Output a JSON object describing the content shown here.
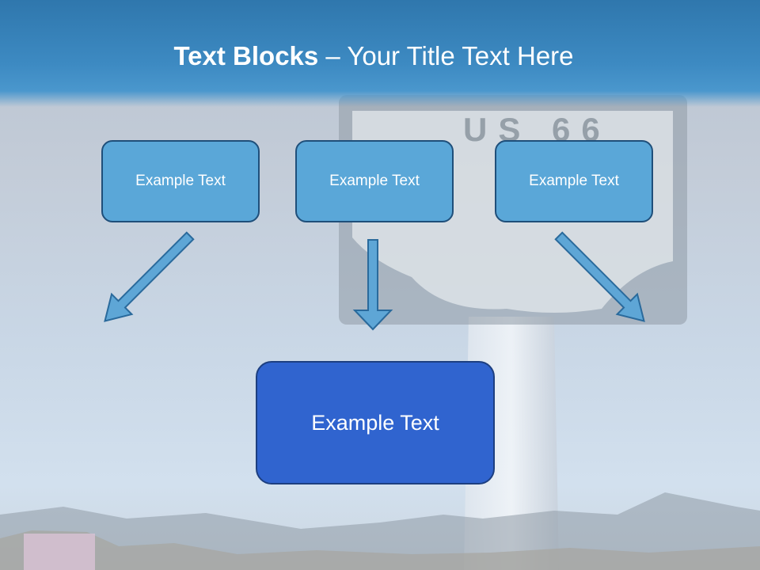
{
  "slide": {
    "title_bold": "Text Blocks",
    "title_sep": " – ",
    "title_rest": "Your Title Text Here",
    "top_blocks": [
      {
        "label": "Example Text"
      },
      {
        "label": "Example Text"
      },
      {
        "label": "Example Text"
      }
    ],
    "bottom_block": {
      "label": "Example Text"
    },
    "background_sign_text": "US 66",
    "colors": {
      "header": "#3a86bf",
      "small_box": "#5aa7d8",
      "big_box": "#3064cf",
      "arrow_fill": "#5ea6d6",
      "arrow_stroke": "#2a6a9c"
    }
  }
}
